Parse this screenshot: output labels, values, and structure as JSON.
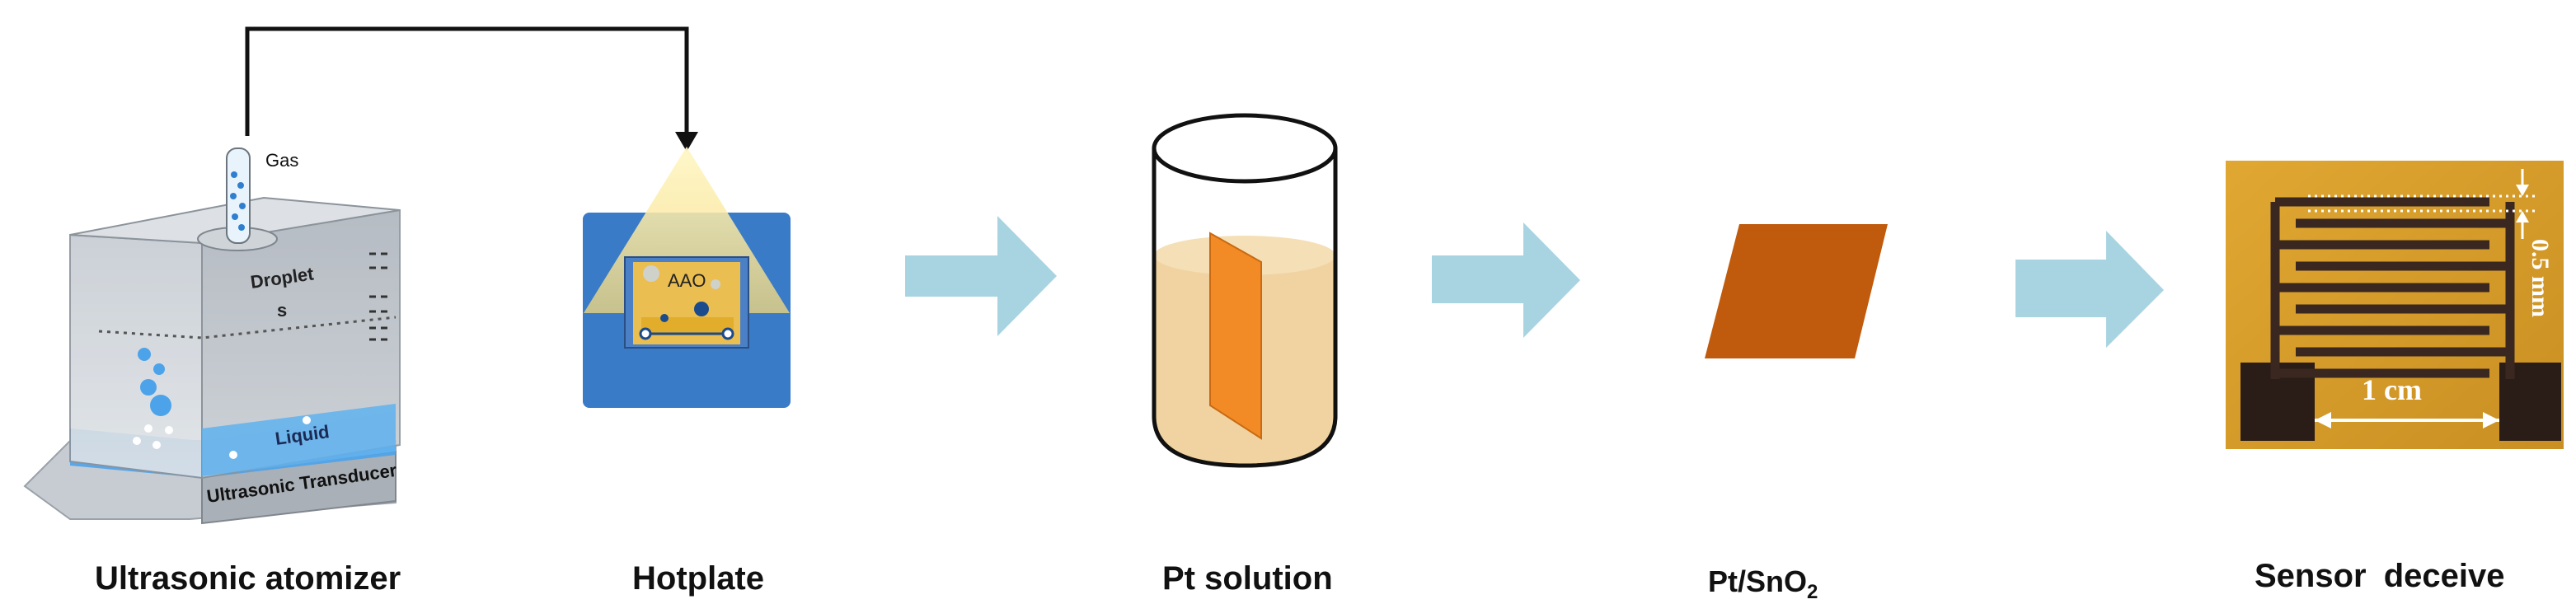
{
  "atomizer": {
    "caption": "Ultrasonic atomizer",
    "gas_label": "Gas",
    "droplet_label_1": "Droplet",
    "droplet_label_2": "s",
    "liquid_label": "Liquid",
    "transducer_label": "Ultrasonic Transducer"
  },
  "hotplate": {
    "caption": "Hotplate",
    "aao_label": "AAO"
  },
  "pt_solution": {
    "caption": "Pt solution"
  },
  "pt_sno2": {
    "caption_main": "Pt/SnO",
    "caption_sub": "2"
  },
  "sensor": {
    "caption": "Sensor deceive",
    "width_label": "1 cm",
    "gap_label": "0.5 mm"
  },
  "colors": {
    "flow_arrow": "#a8d4e2",
    "hotplate_blue": "#3a7bc8",
    "sno2_orange": "#c05a0c",
    "pt_orange": "#f28a26",
    "solution": "#f0d3a0",
    "sensor_gold": "#d8a02a"
  }
}
